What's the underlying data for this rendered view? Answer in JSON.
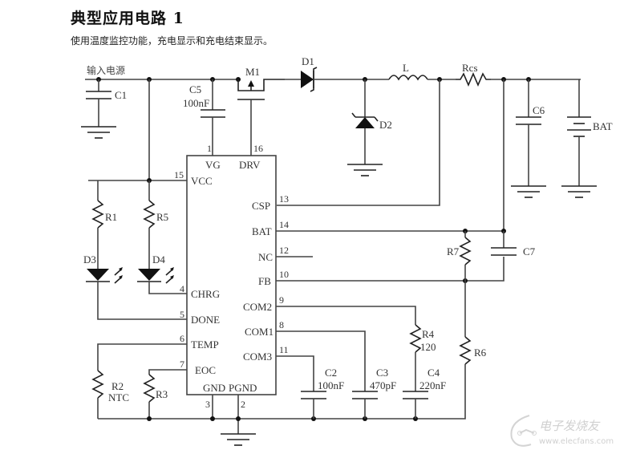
{
  "header": {
    "title": "典型应用电路 1",
    "subtitle": "使用温度监控功能，充电显示和充电结束显示。"
  },
  "schematic": {
    "input_label": "输入电源",
    "components": {
      "C1": "C1",
      "C5": "C5",
      "C5_value": "100nF",
      "M1": "M1",
      "D1": "D1",
      "D2": "D2",
      "L": "L",
      "Rcs": "Rcs",
      "C6": "C6",
      "BAT": "BAT",
      "R1": "R1",
      "R5": "R5",
      "D3": "D3",
      "D4": "D4",
      "R2": "R2",
      "R2_value": "NTC",
      "R3": "R3",
      "R7": "R7",
      "C7": "C7",
      "R6": "R6",
      "R4": "R4",
      "R4_value": "120",
      "C2": "C2",
      "C2_value": "100nF",
      "C3": "C3",
      "C3_value": "470pF",
      "C4": "C4",
      "C4_value": "220nF"
    },
    "ic_pins": {
      "VG": {
        "name": "VG",
        "num": "1"
      },
      "DRV": {
        "name": "DRV",
        "num": "16"
      },
      "VCC": {
        "name": "VCC",
        "num": "15"
      },
      "CHRG": {
        "name": "CHRG",
        "num": "4"
      },
      "DONE": {
        "name": "DONE",
        "num": "5"
      },
      "TEMP": {
        "name": "TEMP",
        "num": "6"
      },
      "EOC": {
        "name": "EOC",
        "num": "7"
      },
      "GND": {
        "name": "GND",
        "num": "3"
      },
      "PGND": {
        "name": "PGND",
        "num": "2"
      },
      "CSP": {
        "name": "CSP",
        "num": "13"
      },
      "BATP": {
        "name": "BAT",
        "num": "14"
      },
      "NC": {
        "name": "NC",
        "num": "12"
      },
      "FB": {
        "name": "FB",
        "num": "10"
      },
      "COM2": {
        "name": "COM2",
        "num": "9"
      },
      "COM1": {
        "name": "COM1",
        "num": "8"
      },
      "COM3": {
        "name": "COM3",
        "num": "11"
      }
    }
  },
  "watermark": {
    "brand": "电子发烧友",
    "url": "www.elecfans.com"
  }
}
